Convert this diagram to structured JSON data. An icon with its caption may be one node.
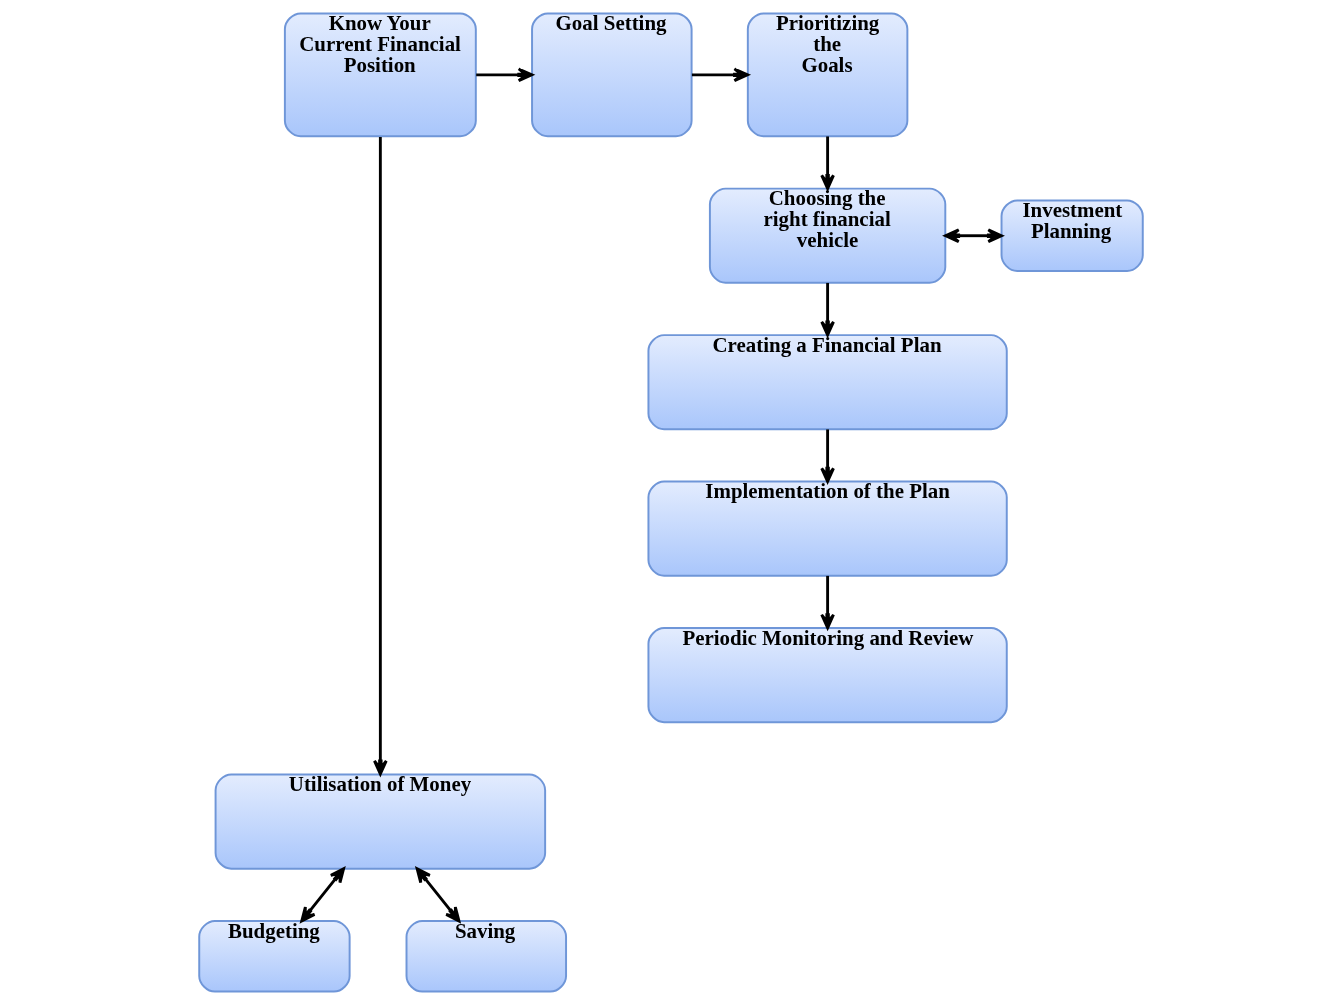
{
  "diagram": {
    "nodes": [
      {
        "text": [
          "Know Your Current Financial Position"
        ]
      },
      {
        "text": [
          "Goal Setting"
        ]
      },
      {
        "text": [
          "Prioritizing the Goals"
        ]
      },
      {
        "text": [
          "Choosing the right financial vehicle"
        ]
      },
      {
        "text": [
          "Investment Planning"
        ]
      },
      {
        "text": [
          "Creating a Financial Plan"
        ]
      },
      {
        "text": [
          "Implementation of the Plan"
        ]
      },
      {
        "text": [
          "Periodic Monitoring and Review"
        ]
      },
      {
        "text": [
          "Utilisation of Money"
        ]
      },
      {
        "text": [
          "Budgeting"
        ]
      },
      {
        "text": [
          "Saving"
        ]
      }
    ],
    "edges": [
      {
        "from": 0,
        "to": 1,
        "arrow": "to"
      },
      {
        "from": 1,
        "to": 2,
        "arrow": "to"
      },
      {
        "from": 2,
        "to": 3,
        "arrow": "to"
      },
      {
        "from": 3,
        "to": 4,
        "arrow": "both"
      },
      {
        "from": 3,
        "to": 5,
        "arrow": "to"
      },
      {
        "from": 5,
        "to": 6,
        "arrow": "to"
      },
      {
        "from": 6,
        "to": 7,
        "arrow": "to"
      },
      {
        "from": 0,
        "to": 8,
        "arrow": "to"
      },
      {
        "from": 8,
        "to": 9,
        "arrow": "both"
      },
      {
        "from": 8,
        "to": 10,
        "arrow": "both"
      }
    ]
  }
}
